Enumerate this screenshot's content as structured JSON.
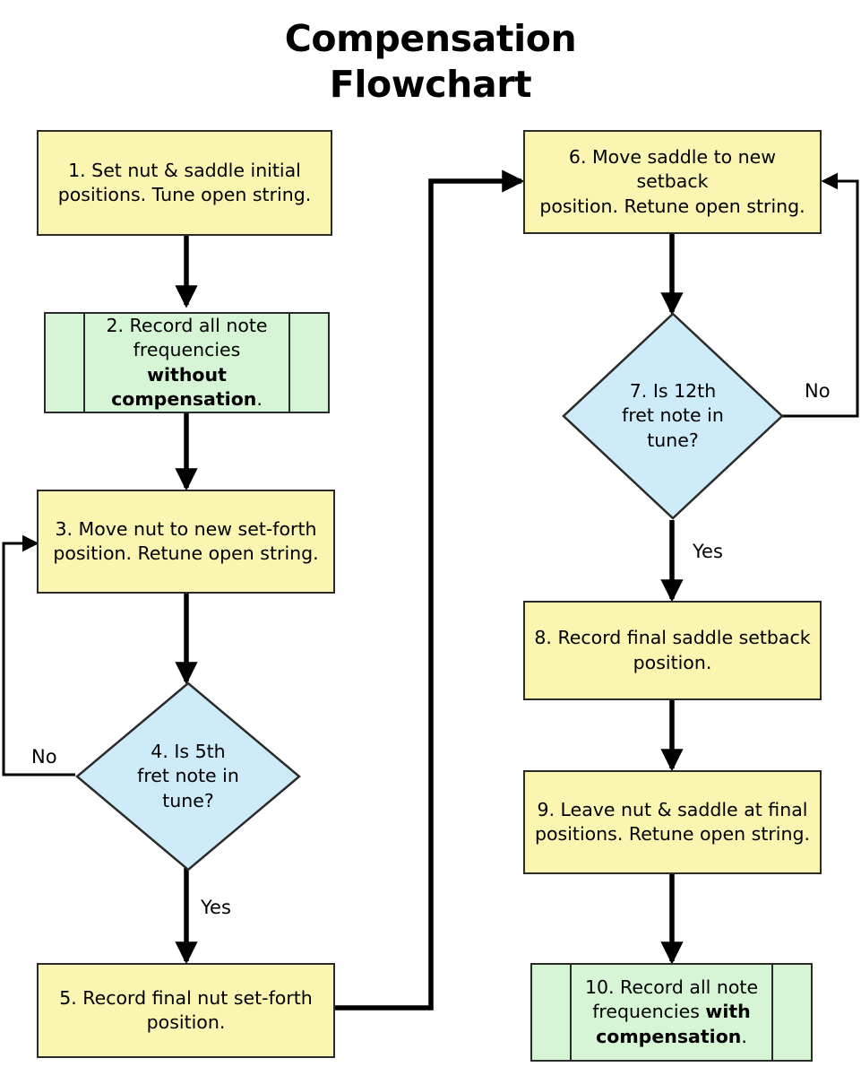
{
  "title": {
    "line1": "Compensation",
    "line2": "Flowchart"
  },
  "colors": {
    "process_fill": "#faf5b0",
    "predefined_fill": "#d5f5d5",
    "decision_fill": "#cdebf8",
    "stroke": "#2b2b2b",
    "background": "#ffffff",
    "text": "#000000"
  },
  "chart_data": {
    "type": "diagram",
    "subtype": "flowchart",
    "title": "Compensation Flowchart",
    "nodes": [
      {
        "id": "1",
        "shape": "process",
        "text": "1. Set nut & saddle initial positions. Tune open string."
      },
      {
        "id": "2",
        "shape": "predefined",
        "text": "2. Record all note frequencies without compensation.",
        "bold_parts": [
          "without",
          "compensation"
        ]
      },
      {
        "id": "3",
        "shape": "process",
        "text": "3. Move nut to new set-forth position. Retune open string."
      },
      {
        "id": "4",
        "shape": "decision",
        "text": "4. Is 5th fret note in tune?"
      },
      {
        "id": "5",
        "shape": "process",
        "text": "5. Record final nut set-forth position."
      },
      {
        "id": "6",
        "shape": "process",
        "text": "6. Move saddle to new setback position. Retune open string."
      },
      {
        "id": "7",
        "shape": "decision",
        "text": "7. Is 12th fret note in tune?"
      },
      {
        "id": "8",
        "shape": "process",
        "text": "8. Record final saddle setback position."
      },
      {
        "id": "9",
        "shape": "process",
        "text": "9. Leave nut & saddle at final positions. Retune open string."
      },
      {
        "id": "10",
        "shape": "predefined",
        "text": "10. Record all note frequencies with compensation.",
        "bold_parts": [
          "with",
          "compensation"
        ]
      }
    ],
    "edges": [
      {
        "from": "1",
        "to": "2",
        "label": ""
      },
      {
        "from": "2",
        "to": "3",
        "label": ""
      },
      {
        "from": "3",
        "to": "4",
        "label": ""
      },
      {
        "from": "4",
        "to": "3",
        "label": "No"
      },
      {
        "from": "4",
        "to": "5",
        "label": "Yes"
      },
      {
        "from": "5",
        "to": "6",
        "label": ""
      },
      {
        "from": "6",
        "to": "7",
        "label": ""
      },
      {
        "from": "7",
        "to": "6",
        "label": "No"
      },
      {
        "from": "7",
        "to": "8",
        "label": "Yes"
      },
      {
        "from": "8",
        "to": "9",
        "label": ""
      },
      {
        "from": "9",
        "to": "10",
        "label": ""
      }
    ]
  },
  "nodes": {
    "n1": {
      "line1": "1. Set nut & saddle initial",
      "line2": "positions. Tune open string."
    },
    "n2": {
      "pre": "2. Record all note frequencies ",
      "bold1": "without compensation",
      "post": "."
    },
    "n3": {
      "line1": "3. Move nut to new set-forth",
      "line2": "position. Retune open string."
    },
    "n4": {
      "line1": "4. Is 5th",
      "line2": "fret note in",
      "line3": "tune?"
    },
    "n5": {
      "line1": "5. Record final nut set-forth",
      "line2": "position."
    },
    "n6": {
      "line1": "6. Move saddle to new setback",
      "line2": "position. Retune open string."
    },
    "n7": {
      "line1": "7. Is 12th",
      "line2": "fret note in",
      "line3": "tune?"
    },
    "n8": {
      "line1": "8. Record final saddle setback",
      "line2": "position."
    },
    "n9": {
      "line1": "9. Leave nut & saddle at final",
      "line2": "positions. Retune open string."
    },
    "n10": {
      "pre": "10. Record all note frequencies ",
      "bold1": "with compensation",
      "post": "."
    }
  },
  "labels": {
    "no_left": "No",
    "yes_left": "Yes",
    "no_right": "No",
    "yes_right": "Yes"
  }
}
